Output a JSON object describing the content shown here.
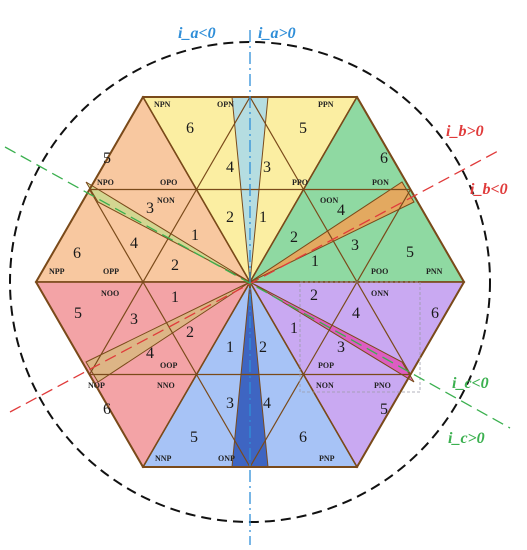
{
  "colors": {
    "sector_a": "#f8c8a0",
    "sector_b": "#fbeea2",
    "sector_c": "#8fd9a2",
    "sector_d": "#c9a9f2",
    "sector_e": "#a7c3f6",
    "sector_f": "#f3a3a6",
    "hex_edge": "#7a4a1a",
    "axis_a": "#2f8ed8",
    "axis_b": "#e03b3b",
    "axis_c": "#3bb04f"
  },
  "current_labels": {
    "ia_neg": "i_a<0",
    "ia_pos": "i_a>0",
    "ib_pos": "i_b>0",
    "ib_neg": "i_b<0",
    "ic_neg": "i_c<0",
    "ic_pos": "i_c>0"
  },
  "vectors": {
    "npn": "NPN",
    "opn": "OPN",
    "ppn": "PPN",
    "npo": "NPO",
    "opo": "OPO",
    "non": "NON",
    "ppo": "PPO",
    "pon": "PON",
    "oon": "OON",
    "npp": "NPP",
    "opp": "OPP",
    "poo": "POO",
    "pnn": "PNN",
    "noo": "NOO",
    "onn": "ONN",
    "oop": "OOP",
    "pop": "POP",
    "nop": "NOP",
    "nno": "NNO",
    "non2": "NON",
    "pno": "PNO",
    "nnp": "NNP",
    "onp": "ONP",
    "pnp": "PNP"
  },
  "regions": {
    "s1_1": "1",
    "s1_2": "2",
    "s1_3": "3",
    "s1_4": "4",
    "s1_5": "5",
    "s1_6": "6",
    "s2_1": "1",
    "s2_2": "2",
    "s2_3": "3",
    "s2_4": "4",
    "s2_5": "5",
    "s2_6": "6",
    "s3_1": "1",
    "s3_2": "2",
    "s3_3": "3",
    "s3_4": "4",
    "s3_5": "5",
    "s3_6": "6",
    "s4_1": "1",
    "s4_2": "2",
    "s4_3": "3",
    "s4_4": "4",
    "s4_5": "5",
    "s4_6": "6",
    "s5_1": "1",
    "s5_2": "2",
    "s5_3": "3",
    "s5_4": "4",
    "s5_5": "5",
    "s5_6": "6",
    "s6_1": "1",
    "s6_2": "2",
    "s6_3": "3",
    "s6_4": "4",
    "s6_5": "5",
    "s6_6": "6"
  }
}
